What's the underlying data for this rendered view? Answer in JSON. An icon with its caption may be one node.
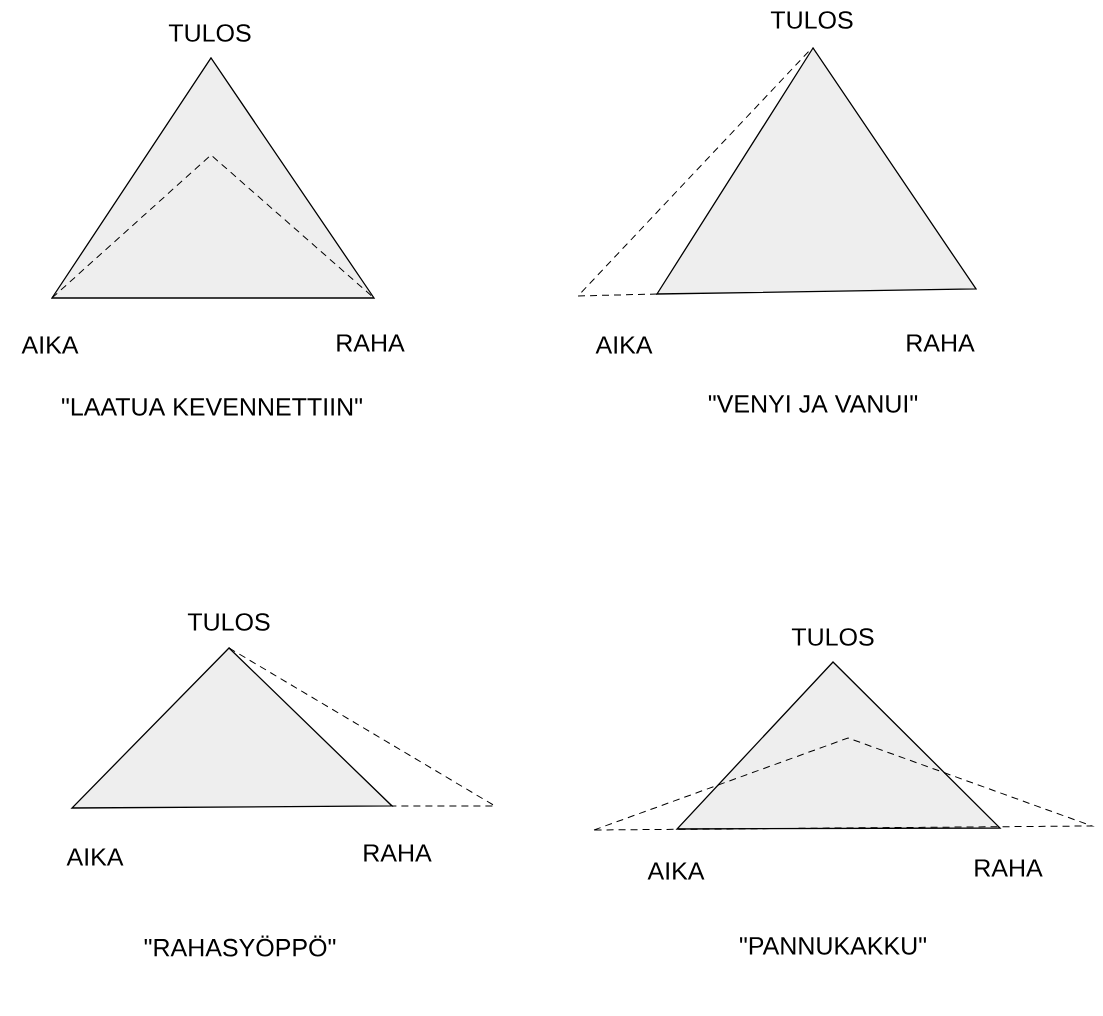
{
  "diagram": {
    "labels": [
      "TULOS",
      "TULOS",
      "AIKA",
      "RAHA",
      "AIKA",
      "RAHA",
      "\"LAATUA KEVENNETTIIN\"",
      "\"VENYI JA VANUI\"",
      "TULOS",
      "TULOS",
      "AIKA",
      "RAHA",
      "AIKA",
      "RAHA",
      "\"RAHASYÖPPÖ\"",
      "\"PANNUKAKKU\""
    ]
  }
}
